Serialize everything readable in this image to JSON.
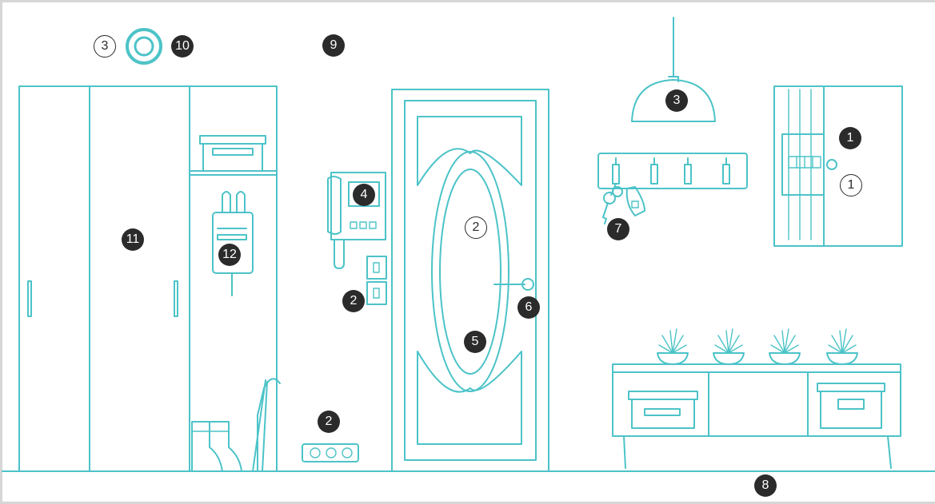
{
  "colors": {
    "line": "#4cc3c8",
    "badge_dark": "#2b2b2b",
    "frame": "#d6d6d6"
  },
  "markers": [
    {
      "id": "smart-button",
      "label": "3",
      "style": "outline"
    },
    {
      "id": "smart-speaker",
      "label": "10",
      "style": "dark"
    },
    {
      "id": "hallway-hub",
      "label": "9",
      "style": "dark"
    },
    {
      "id": "wardrobe",
      "label": "11",
      "style": "dark"
    },
    {
      "id": "wall-device",
      "label": "12",
      "style": "dark"
    },
    {
      "id": "intercom",
      "label": "4",
      "style": "dark"
    },
    {
      "id": "light-switch",
      "label": "2",
      "style": "dark"
    },
    {
      "id": "power-socket",
      "label": "2",
      "style": "dark"
    },
    {
      "id": "door-mirror",
      "label": "2",
      "style": "outline"
    },
    {
      "id": "door-lock",
      "label": "6",
      "style": "dark"
    },
    {
      "id": "door",
      "label": "5",
      "style": "dark"
    },
    {
      "id": "ceiling-lamp",
      "label": "3",
      "style": "dark"
    },
    {
      "id": "key-rack",
      "label": "7",
      "style": "dark"
    },
    {
      "id": "electric-panel",
      "label": "1",
      "style": "dark"
    },
    {
      "id": "panel-sensor",
      "label": "1",
      "style": "outline"
    },
    {
      "id": "floor",
      "label": "8",
      "style": "dark"
    }
  ]
}
